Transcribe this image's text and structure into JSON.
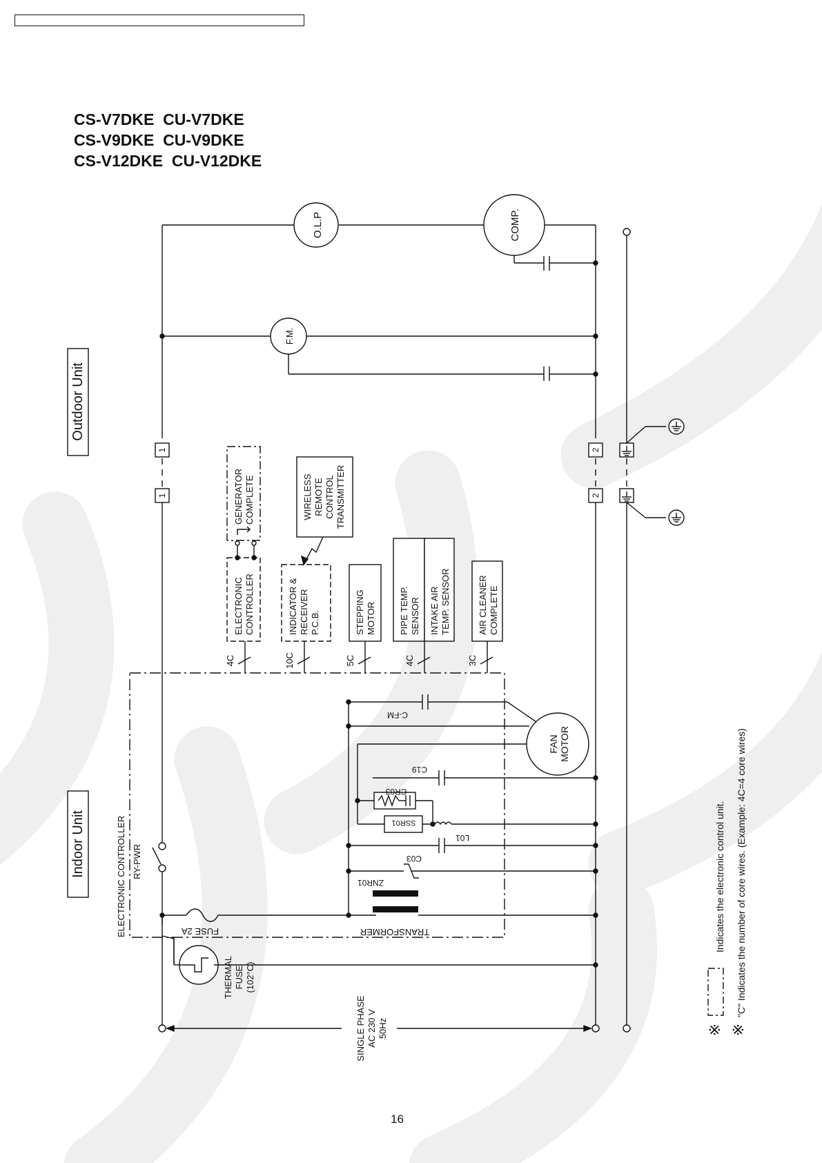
{
  "header": {
    "models": [
      "CS-V7DKE  CU-V7DKE",
      "CS-V9DKE  CU-V9DKE",
      "CS-V12DKE  CU-V12DKE"
    ]
  },
  "outdoor": {
    "title": "Outdoor Unit",
    "olp": "O.L.P",
    "comp": "COMP.",
    "fm": "F.M."
  },
  "indoor": {
    "title": "Indoor Unit",
    "controller_label": "ELECTRONIC CONTROLLER",
    "ry_pwr": "RY-PWR",
    "fuse": "FUSE 2A",
    "transformer": "TRANSFORMER",
    "thermal_fuse": [
      "THERMAL",
      "FUSE",
      "(102°C)"
    ],
    "supply": [
      "SINGLE PHASE",
      "AC 230 V",
      "50Hz"
    ],
    "fan_motor": [
      "FAN",
      "MOTOR"
    ],
    "c_fm": "C-FM",
    "c19": "C19",
    "cr03": "CR03",
    "ssr01": "SSR01",
    "l01": "L01",
    "c03": "C03",
    "znr01": "ZNR01"
  },
  "terminals": {
    "t1": "1",
    "t2": "2"
  },
  "components": {
    "electronic_controller": [
      "ELECTRONIC",
      "CONTROLLER"
    ],
    "generator": [
      "GENERATOR",
      "COMPLETE"
    ],
    "indicator": [
      "INDICATOR &",
      "RECEIVER",
      "P.C.B."
    ],
    "remote": [
      "WIRELESS",
      "REMOTE",
      "CONTROL",
      "TRANSMITTER"
    ],
    "stepping_motor": [
      "STEPPING",
      "MOTOR"
    ],
    "pipe_sensor": [
      "PIPE TEMP.",
      "SENSOR"
    ],
    "intake_sensor": [
      "INTAKE AIR",
      "TEMP. SENSOR"
    ],
    "air_cleaner": [
      "AIR CLEANER",
      "COMPLETE"
    ]
  },
  "wire_counts": [
    "4C",
    "10C",
    "5C",
    "4C",
    "3C"
  ],
  "notes": {
    "mark": "※",
    "note1": "Indicates the electronic control unit.",
    "note2": "\"C\"  Indicates the number of core wires. (Example: 4C=4 core wires)"
  },
  "page_number": "16"
}
